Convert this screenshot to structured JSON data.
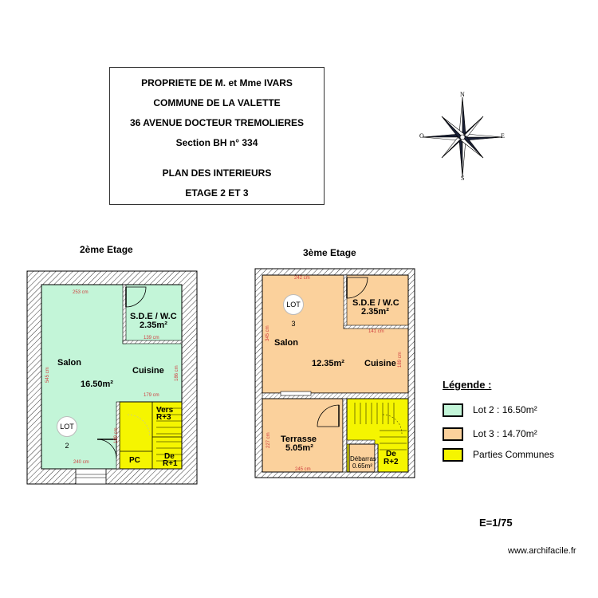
{
  "header": {
    "lines": [
      "PROPRIETE DE M. et Mme IVARS",
      "COMMUNE DE LA VALETTE",
      "36 AVENUE DOCTEUR TREMOLIERES",
      "Section BH n° 334",
      "PLAN DES INTERIEURS",
      "ETAGE 2 ET 3"
    ]
  },
  "compass": {
    "n": "N",
    "s": "S",
    "e": "E",
    "w": "O"
  },
  "floor2": {
    "title": "2ème Etage",
    "salon": "Salon",
    "salon_area": "16.50m²",
    "cuisine": "Cuisine",
    "sde": "S.D.E / W.C",
    "sde_area": "2.35m²",
    "lot": "LOT 2",
    "vers": "Vers",
    "vers2": "R+3",
    "de": "De",
    "de2": "R+1",
    "pc": "PC",
    "dims": [
      "253 cm",
      "545 cm",
      "139 cm",
      "186 cm",
      "179 cm",
      "240 cm",
      "189 cm"
    ]
  },
  "floor3": {
    "title": "3ème Etage",
    "salon": "Salon",
    "salon_area": "12.35m²",
    "cuisine": "Cuisine",
    "sde": "S.D.E / W.C",
    "sde_area": "2.35m²",
    "lot": "LOT 3",
    "terrasse": "Terrasse",
    "terrasse_area": "5.05m²",
    "debarras": "Débarras",
    "debarras_area": "0.65m²",
    "de": "De",
    "de2": "R+2",
    "dims": [
      "242 cm",
      "345 cm",
      "141 cm",
      "189 cm",
      "227 cm",
      "245 cm"
    ]
  },
  "legend": {
    "title": "Légende :",
    "items": [
      {
        "label": "Lot 2 : 16.50m²",
        "color": "#c3f5d8"
      },
      {
        "label": "Lot 3 : 14.70m²",
        "color": "#fbd19c"
      },
      {
        "label": "Parties Communes",
        "color": "#f5f500"
      }
    ]
  },
  "scale": "E=1/75",
  "website": "www.archifacile.fr",
  "colors": {
    "lot2": "#c3f5d8",
    "lot3": "#fbd19c",
    "common": "#f5f500",
    "wall": "#ffffff",
    "line": "#000000"
  }
}
